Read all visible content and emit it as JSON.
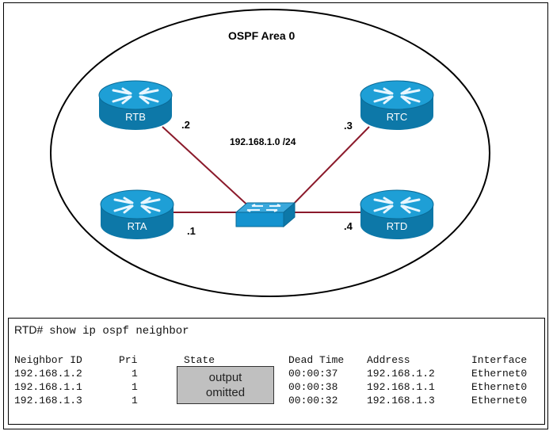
{
  "diagram": {
    "area_title": "OSPF Area 0",
    "subnet": "192.168.1.0 /24",
    "link_color": "#8b1a2b",
    "router_top_color": "#1e9fd6",
    "router_side_color": "#0d78a8",
    "routers": [
      {
        "name": "RTB",
        "host_suffix": ".2"
      },
      {
        "name": "RTC",
        "host_suffix": ".3"
      },
      {
        "name": "RTA",
        "host_suffix": ".1"
      },
      {
        "name": "RTD",
        "host_suffix": ".4"
      }
    ],
    "switch": {
      "name": "switch"
    }
  },
  "terminal": {
    "prompt": "RTD#",
    "command": "show ip ospf neighbor",
    "columns": [
      "Neighbor ID",
      "Pri",
      "State",
      "Dead Time",
      "Address",
      "Interface"
    ],
    "rows": [
      {
        "neighbor_id": "192.168.1.2",
        "pri": "1",
        "dead_time": "00:00:37",
        "address": "192.168.1.2",
        "interface": "Ethernet0"
      },
      {
        "neighbor_id": "192.168.1.1",
        "pri": "1",
        "dead_time": "00:00:38",
        "address": "192.168.1.1",
        "interface": "Ethernet0"
      },
      {
        "neighbor_id": "192.168.1.3",
        "pri": "1",
        "dead_time": "00:00:32",
        "address": "192.168.1.3",
        "interface": "Ethernet0"
      }
    ],
    "state_placeholder": {
      "line1": "output",
      "line2": "omitted"
    }
  }
}
